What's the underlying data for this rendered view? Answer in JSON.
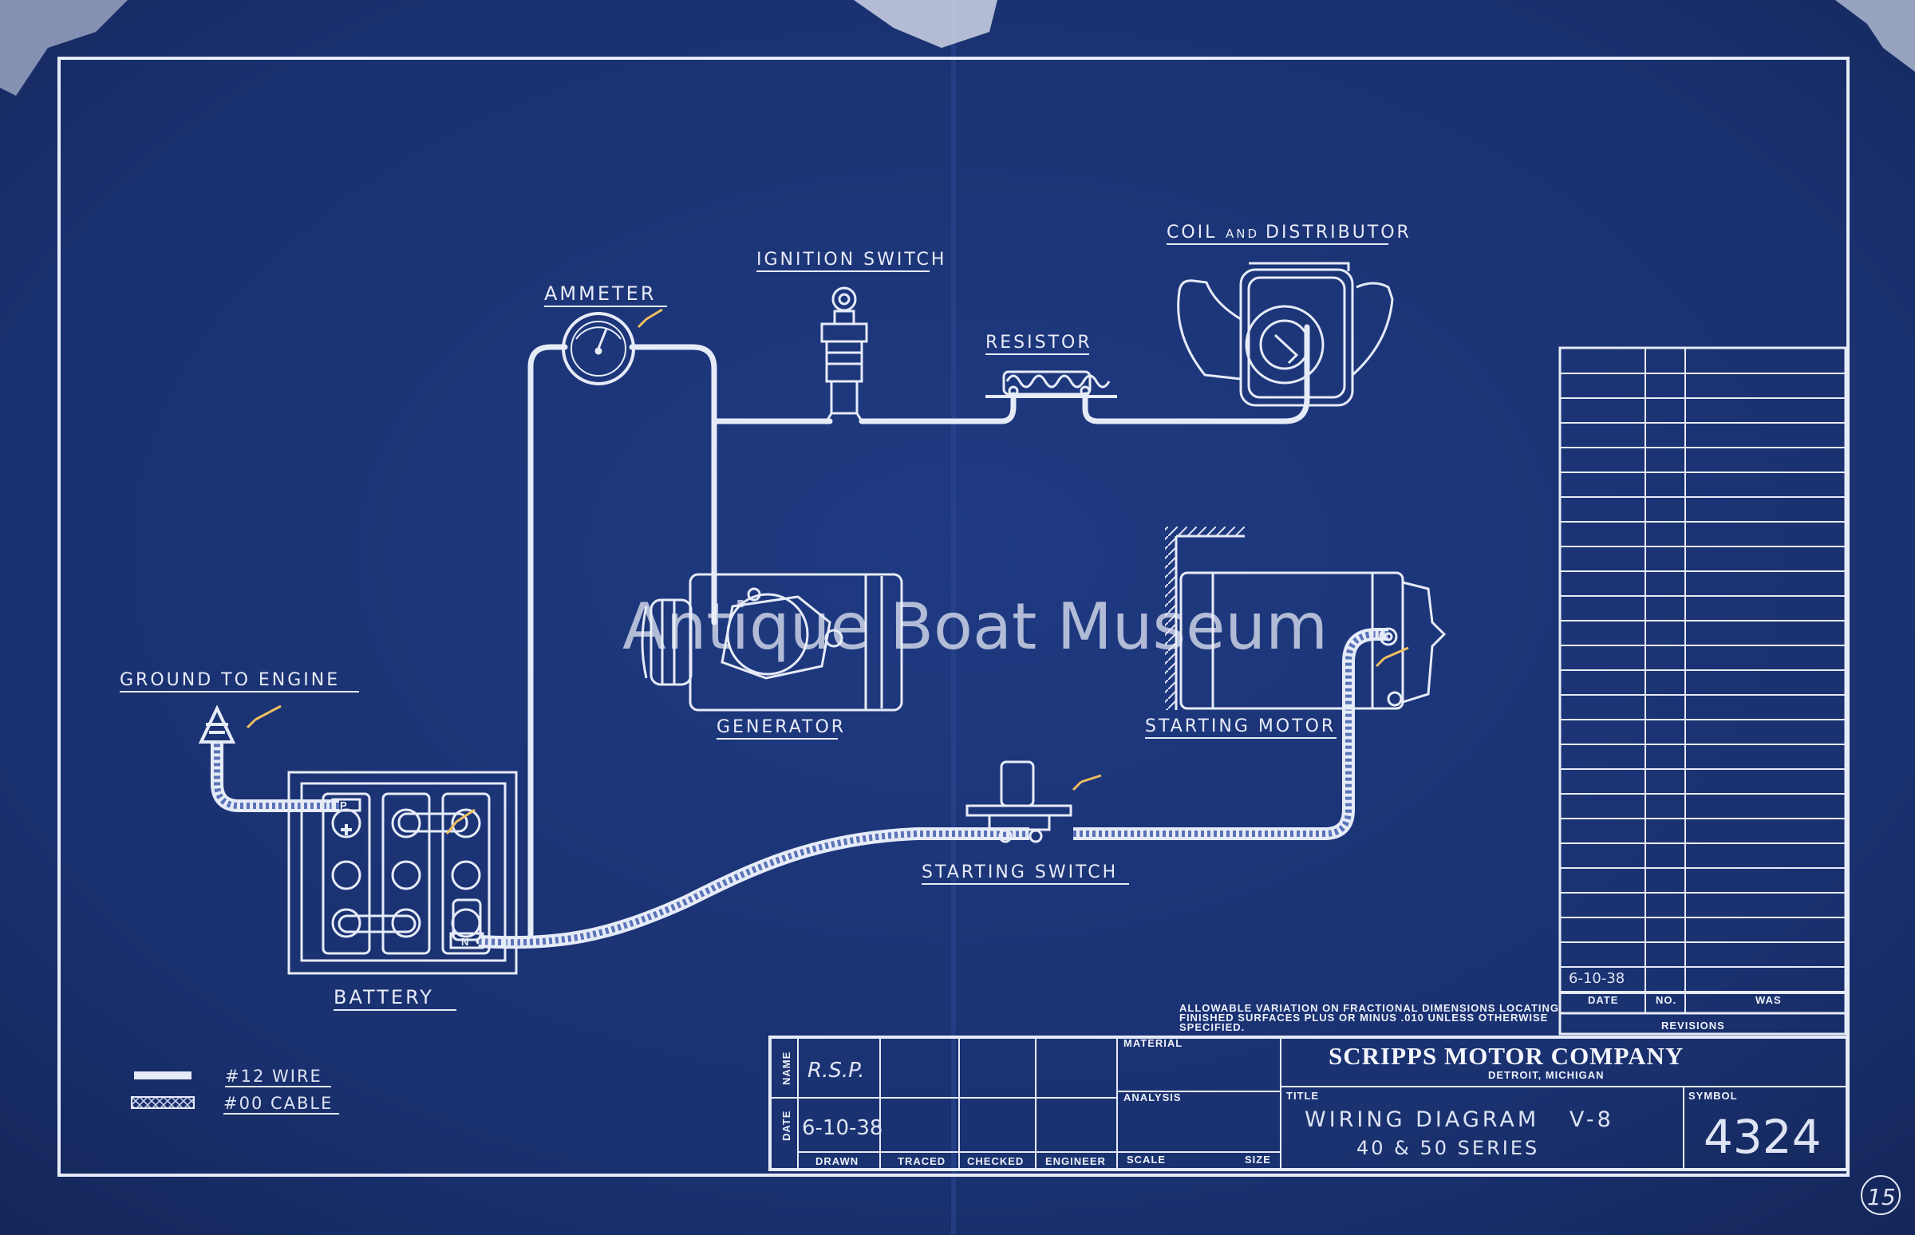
{
  "labels": {
    "ammeter": "AMMETER",
    "ignition_switch": "IGNITION SWITCH",
    "coil_distributor_1": "COIL",
    "coil_distributor_and": "AND",
    "coil_distributor_2": "DISTRIBUTOR",
    "resistor": "RESISTOR",
    "generator": "GENERATOR",
    "starting_motor": "STARTING MOTOR",
    "ground_to_engine": "GROUND TO ENGINE",
    "battery": "BATTERY",
    "starting_switch": "STARTING SWITCH",
    "battery_pos": "P",
    "battery_neg": "N"
  },
  "legend": {
    "wire": "#12 WIRE",
    "cable": "#00 CABLE"
  },
  "note": {
    "line1": "ALLOWABLE VARIATION ON FRACTIONAL DIMENSIONS LOCATING",
    "line2": "FINISHED SURFACES PLUS OR MINUS .010 UNLESS OTHERWISE",
    "line3": "SPECIFIED."
  },
  "revisions": {
    "date_entry": "6-10-38",
    "col_date": "DATE",
    "col_no": "NO.",
    "col_was": "WAS",
    "title": "REVISIONS"
  },
  "title_block": {
    "name_label": "NAME",
    "date_label": "DATE",
    "name_value": "R.S.P.",
    "date_value": "6-10-38",
    "drawn": "DRAWN",
    "traced": "TRACED",
    "checked": "CHECKED",
    "engineer": "ENGINEER",
    "material": "MATERIAL",
    "analysis": "ANALYSIS",
    "scale": "SCALE",
    "size": "SIZE",
    "company": "SCRIPPS MOTOR COMPANY",
    "location": "DETROIT, MICHIGAN",
    "title_label": "TITLE",
    "title_line1": "WIRING DIAGRAM   V-8",
    "title_line2": "40 & 50 SERIES",
    "symbol_label": "SYMBOL",
    "symbol_value": "4324"
  },
  "sheet_number": "15",
  "watermark": "Antique Boat Museum",
  "colors": {
    "paper": "#1a2f6e",
    "ink": "#e6ebf8"
  }
}
